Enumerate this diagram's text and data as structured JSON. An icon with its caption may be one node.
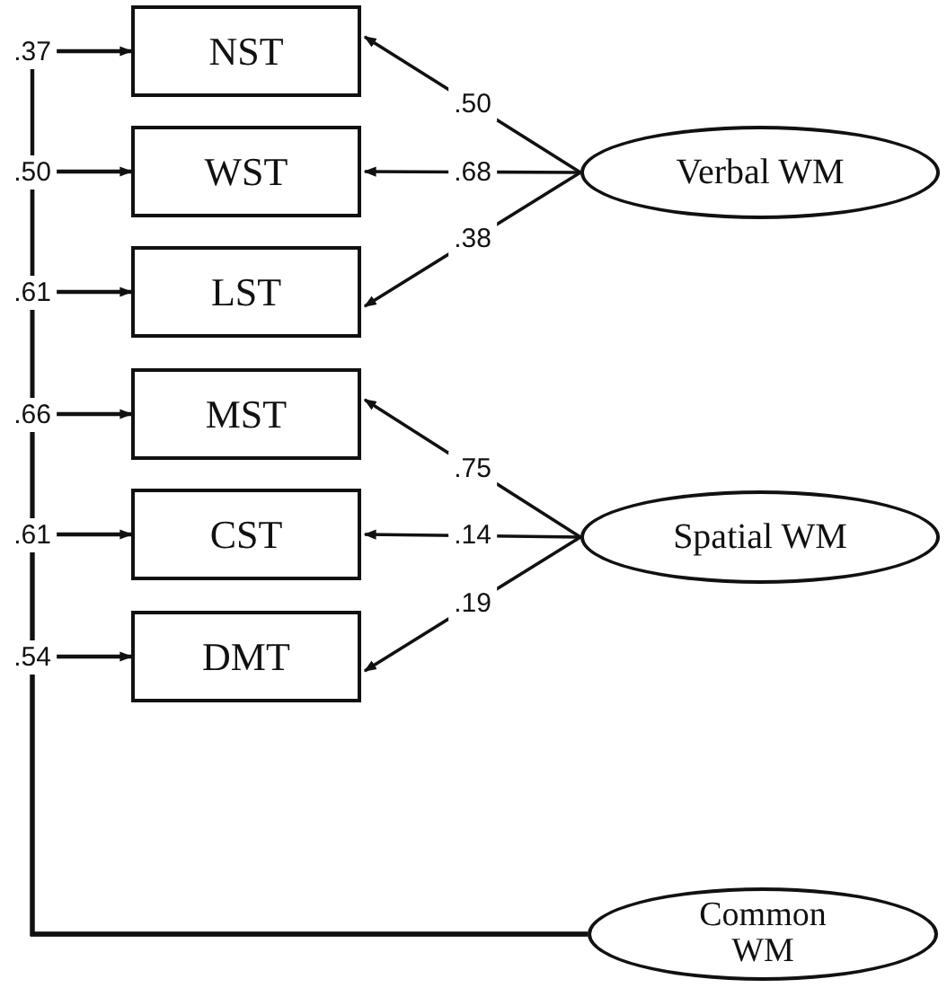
{
  "diagram": {
    "nodes": [
      {
        "text": [
          "NST"
        ]
      },
      {
        "text": [
          "WST"
        ]
      },
      {
        "text": [
          "LST"
        ]
      },
      {
        "text": [
          "MST"
        ]
      },
      {
        "text": [
          "CST"
        ]
      },
      {
        "text": [
          "DMT"
        ]
      },
      {
        "text": [
          "Verbal WM"
        ]
      },
      {
        "text": [
          "Spatial WM"
        ]
      },
      {
        "text": [
          "Common WM"
        ]
      }
    ],
    "edges": [
      {
        "from": 6,
        "to": 0,
        "arrow": "to",
        "label": ".50"
      },
      {
        "from": 6,
        "to": 1,
        "arrow": "to",
        "label": ".68"
      },
      {
        "from": 6,
        "to": 2,
        "arrow": "to",
        "label": ".38"
      },
      {
        "from": 7,
        "to": 3,
        "arrow": "to",
        "label": ".75"
      },
      {
        "from": 7,
        "to": 4,
        "arrow": "to",
        "label": ".14"
      },
      {
        "from": 7,
        "to": 5,
        "arrow": "to",
        "label": ".19"
      },
      {
        "from": 8,
        "to": 0,
        "arrow": "to",
        "label": ".37"
      },
      {
        "from": 8,
        "to": 1,
        "arrow": "to",
        "label": ".50"
      },
      {
        "from": 8,
        "to": 2,
        "arrow": "to",
        "label": ".61"
      },
      {
        "from": 8,
        "to": 3,
        "arrow": "to",
        "label": ".66"
      },
      {
        "from": 8,
        "to": 4,
        "arrow": "to",
        "label": ".61"
      },
      {
        "from": 8,
        "to": 5,
        "arrow": "to",
        "label": ".54"
      }
    ]
  }
}
